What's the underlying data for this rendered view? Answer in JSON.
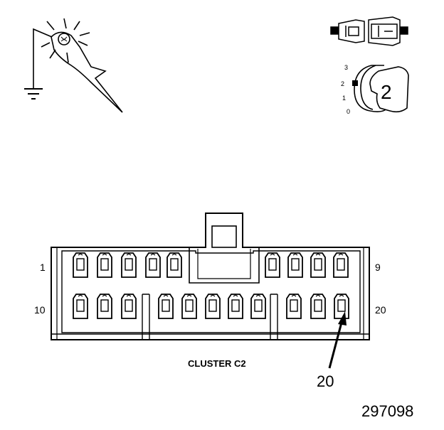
{
  "connector": {
    "name": "CLUSTER C2",
    "row_top_labels": {
      "left": "1",
      "right": "9"
    },
    "row_bottom_labels": {
      "left": "10",
      "right": "20"
    },
    "callout_pin": "20"
  },
  "probe_icon": {
    "name": "test-probe-with-light-icon",
    "description_symbol": "ground-icon"
  },
  "key_icon": {
    "positions": [
      "3",
      "2",
      "1",
      "0"
    ],
    "selected_position": "2"
  },
  "figure_number": "297098"
}
